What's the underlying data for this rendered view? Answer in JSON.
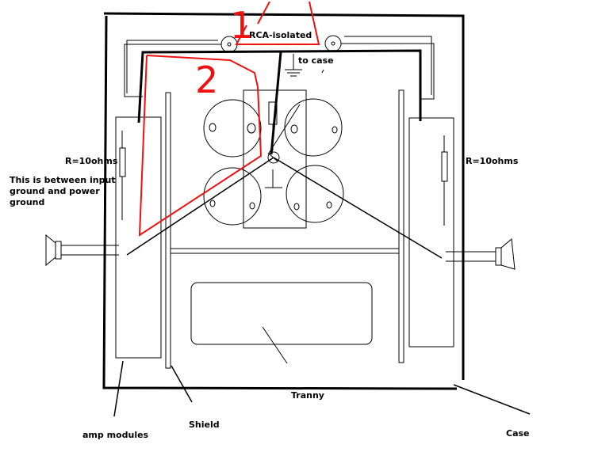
{
  "labels": {
    "rca_isolated": "RCA-isolated",
    "to_case": "to case",
    "resistor_left": "R=10ohms",
    "resistor_right": "R=10ohms",
    "note_line1": "This is between input",
    "note_line2": "ground and power",
    "note_line3": "ground",
    "tranny": "Tranny",
    "shield": "Shield",
    "amp_modules": "amp modules",
    "case": "Case"
  },
  "annotations": {
    "marker_1": "1",
    "marker_2": "2"
  },
  "colors": {
    "line": "#000000",
    "annotation": "#ee1111",
    "background": "#ffffff"
  }
}
